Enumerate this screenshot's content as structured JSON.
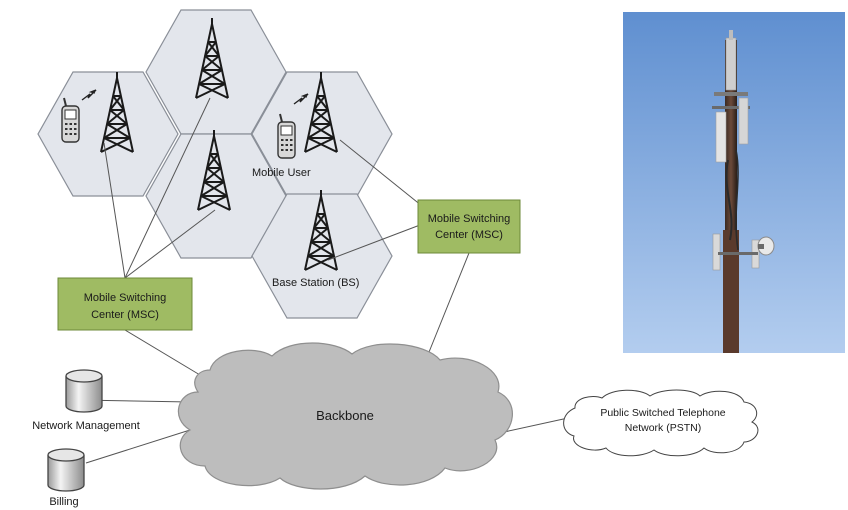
{
  "labels": {
    "mobile_user": "Mobile User",
    "base_station": "Base Station (BS)",
    "msc_left_line1": "Mobile Switching",
    "msc_left_line2": "Center (MSC)",
    "msc_right_line1": "Mobile Switching",
    "msc_right_line2": "Center (MSC)",
    "backbone": "Backbone",
    "pstn_line1": "Public Switched Telephone",
    "pstn_line2": "Network (PSTN)",
    "network_management": "Network Management",
    "billing": "Billing"
  },
  "colors": {
    "cell_fill": "#e3e6ec",
    "cell_stroke": "#8a8f98",
    "msc_fill": "#9fbb63",
    "msc_stroke": "#6d8a3a",
    "cloud_fill": "#bdbdbd",
    "sky_top": "#5f8fd0",
    "sky_bottom": "#a9c6ec"
  },
  "icons": {
    "tower": "cell-tower-icon",
    "phone": "mobile-phone-icon",
    "database": "database-icon",
    "photo": "antenna-mast-photo"
  }
}
